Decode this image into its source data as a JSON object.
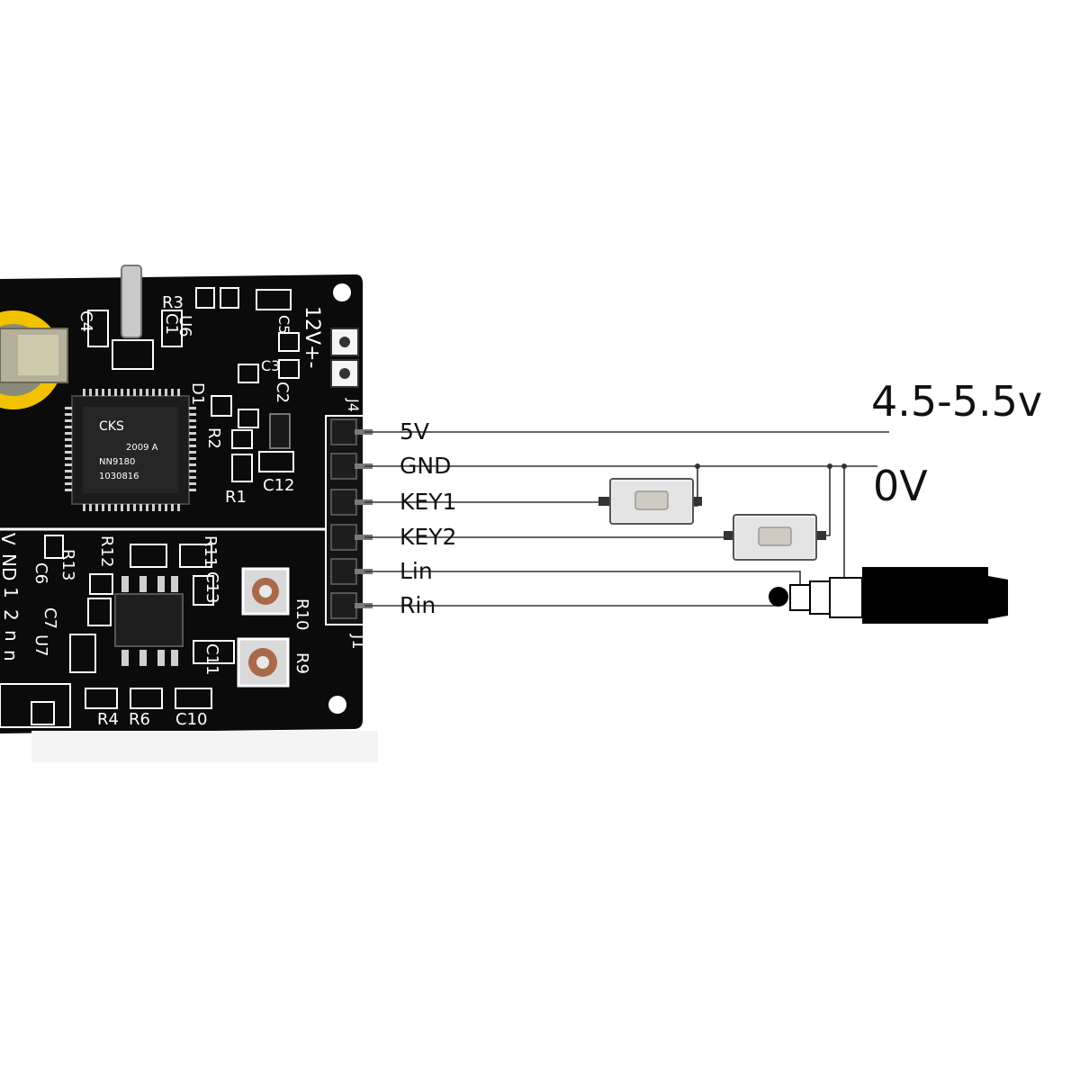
{
  "supply": {
    "voltage_range": "4.5-5.5v",
    "ground_voltage": "0V"
  },
  "pins": [
    {
      "label": "5V"
    },
    {
      "label": "GND"
    },
    {
      "label": "KEY1"
    },
    {
      "label": "KEY2"
    },
    {
      "label": "Lin"
    },
    {
      "label": "Rin"
    }
  ],
  "board": {
    "header_label": "J1",
    "power_label": "12V+-",
    "j4_label": "J4",
    "left_edge_text": [
      "V",
      "ND",
      "1",
      "2",
      "n",
      "n"
    ],
    "component_labels": [
      "C4",
      "C1",
      "R3",
      "U6",
      "C3",
      "C2",
      "D1",
      "R2",
      "C12",
      "R1",
      "R11",
      "R12",
      "R13",
      "C6",
      "C7",
      "C13",
      "C11",
      "R10",
      "R9",
      "R4",
      "R6",
      "C10",
      "U7",
      "C5"
    ],
    "chip_text": [
      "CKS",
      "2009 A",
      "NN9180",
      "1030816"
    ]
  },
  "colors": {
    "board": "#0b0b0b",
    "silkscreen": "#ffffff",
    "battery": "#f2c200",
    "wire": "#222222",
    "jack": "#000000"
  }
}
